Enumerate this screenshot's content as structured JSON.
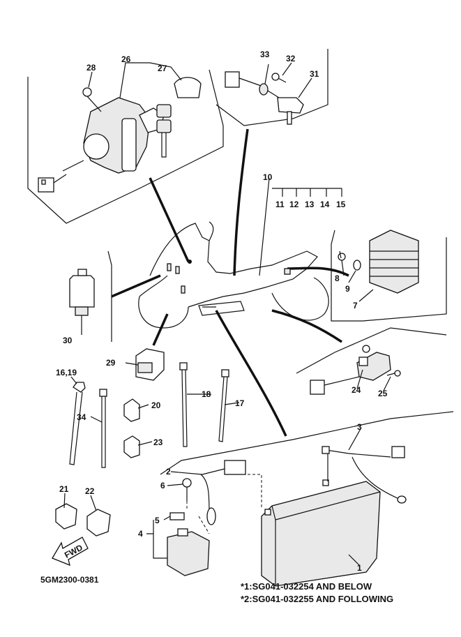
{
  "diagram": {
    "catalog_code": "5GM2300-0381",
    "fwd_label": "FWD",
    "notes": [
      "*1:SG041-032254 AND BELOW",
      "*2:SG041-032255 AND FOLLOWING"
    ],
    "callouts": {
      "c1": "1",
      "c2": "2",
      "c3": "3",
      "c4": "4",
      "c5": "5",
      "c6": "6",
      "c7": "7",
      "c8": "8",
      "c9": "9",
      "c10": "10",
      "c11": "11",
      "c12": "12",
      "c13": "13",
      "c14": "14",
      "c15": "15",
      "c16_19": "16,19",
      "c17": "17",
      "c18": "18",
      "c20": "20",
      "c21": "21",
      "c22": "22",
      "c23": "23",
      "c24": "24",
      "c25": "25",
      "c26": "26",
      "c27": "27",
      "c28": "28",
      "c29": "29",
      "c30": "30",
      "c31": "31",
      "c32": "32",
      "c33": "33",
      "c34": "34"
    }
  }
}
